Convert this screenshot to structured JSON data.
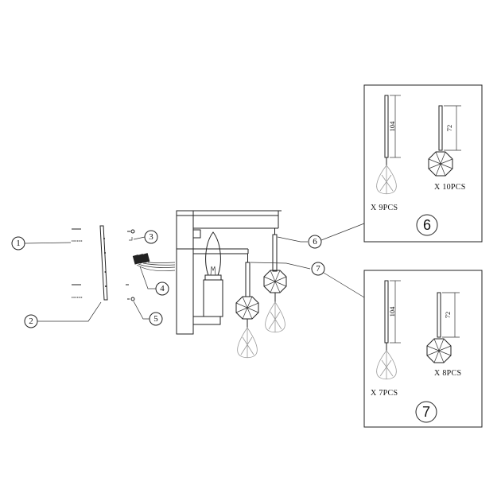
{
  "callouts": [
    {
      "id": 1,
      "label": "1"
    },
    {
      "id": 2,
      "label": "2"
    },
    {
      "id": 3,
      "label": "3"
    },
    {
      "id": 4,
      "label": "4"
    },
    {
      "id": 5,
      "label": "5"
    },
    {
      "id": 6,
      "label": "6"
    },
    {
      "id": 7,
      "label": "7"
    }
  ],
  "panels": [
    {
      "number": "6",
      "long_rod_length": "104",
      "short_rod_length": "72",
      "long_rod_qty": "X 9PCS",
      "short_rod_qty": "X 10PCS"
    },
    {
      "number": "7",
      "long_rod_length": "104",
      "short_rod_length": "72",
      "long_rod_qty": "X 7PCS",
      "short_rod_qty": "X 8PCS"
    }
  ]
}
